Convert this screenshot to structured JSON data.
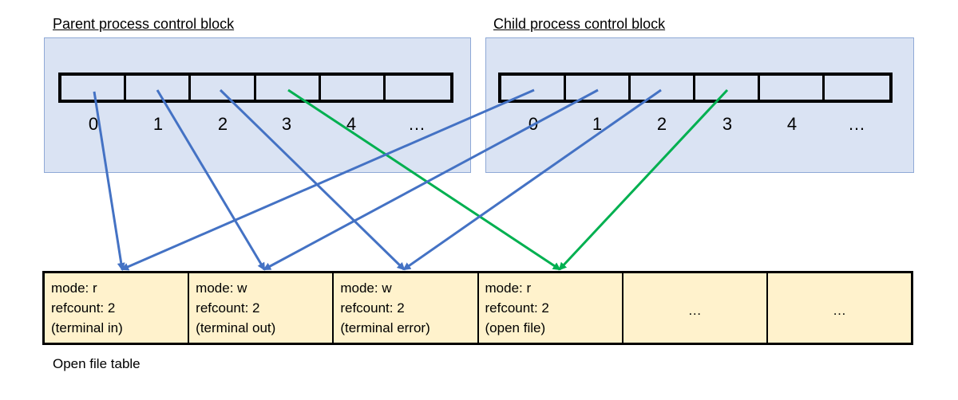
{
  "parent": {
    "title": "Parent process control block",
    "indices": [
      "0",
      "1",
      "2",
      "3",
      "4",
      "…"
    ]
  },
  "child": {
    "title": "Child process control block",
    "indices": [
      "0",
      "1",
      "2",
      "3",
      "4",
      "…"
    ]
  },
  "open_file_table": {
    "caption": "Open file table",
    "entries": [
      {
        "mode": "mode: r",
        "refcount": "refcount: 2",
        "desc": "(terminal in)"
      },
      {
        "mode": "mode: w",
        "refcount": "refcount: 2",
        "desc": "(terminal out)"
      },
      {
        "mode": "mode: w",
        "refcount": "refcount: 2",
        "desc": "(terminal error)"
      },
      {
        "mode": "mode: r",
        "refcount": "refcount: 2",
        "desc": "(open file)"
      },
      {
        "ellipsis": "…"
      },
      {
        "ellipsis": "…"
      }
    ]
  },
  "colors": {
    "pcb_fill": "#dae3f3",
    "entry_fill": "#fff2cc",
    "std_arrow": "#4472c4",
    "file_arrow": "#00b050"
  },
  "arrows": [
    {
      "from": "parent-fd-0",
      "to": "entry-0",
      "color": "std"
    },
    {
      "from": "parent-fd-1",
      "to": "entry-1",
      "color": "std"
    },
    {
      "from": "parent-fd-2",
      "to": "entry-2",
      "color": "std"
    },
    {
      "from": "parent-fd-3",
      "to": "entry-3",
      "color": "file"
    },
    {
      "from": "child-fd-0",
      "to": "entry-0",
      "color": "std"
    },
    {
      "from": "child-fd-1",
      "to": "entry-1",
      "color": "std"
    },
    {
      "from": "child-fd-2",
      "to": "entry-2",
      "color": "std"
    },
    {
      "from": "child-fd-3",
      "to": "entry-3",
      "color": "file"
    }
  ]
}
